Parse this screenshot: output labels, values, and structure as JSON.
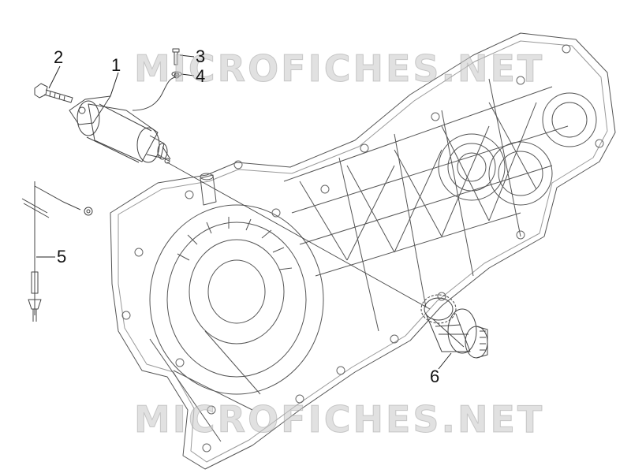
{
  "watermark": {
    "top": "MICROFICHES.NET",
    "bottom": "MICROFICHES.NET"
  },
  "callouts": {
    "starter_motor": "1",
    "starter_bolt": "2",
    "screw": "3",
    "washer": "4",
    "cable": "5",
    "starter_gear": "6"
  },
  "colors": {
    "line": "#555555",
    "label": "#111111",
    "watermark": "#c8c8c8"
  }
}
